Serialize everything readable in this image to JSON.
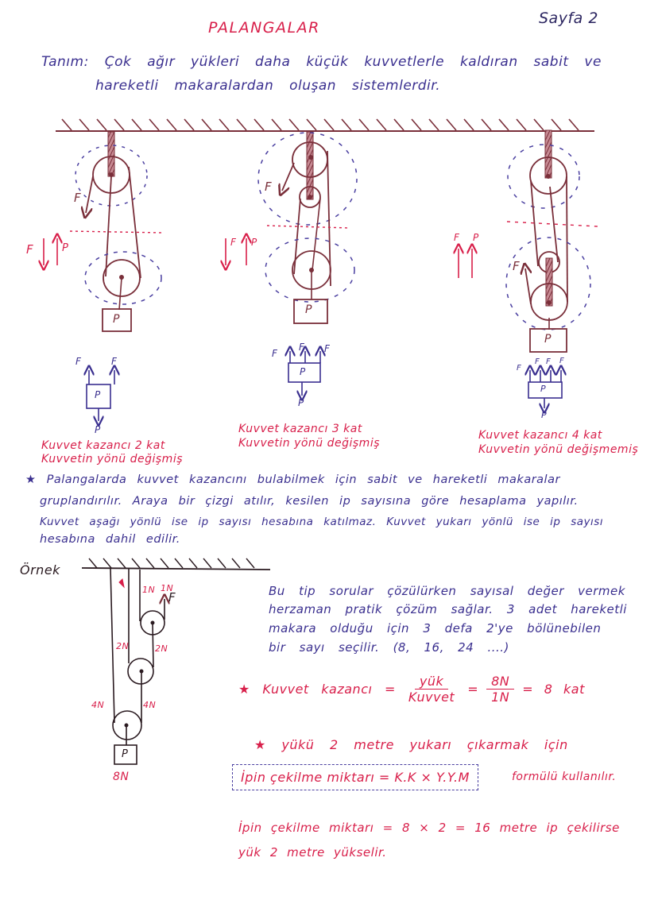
{
  "header": {
    "title": "PALANGALAR",
    "page_label": "Sayfa 2"
  },
  "definition": {
    "line1": "Tanım: Çok ağır yükleri daha küçük kuvvetlerle kaldıran sabit ve",
    "line2": "hareketli makaralardan oluşan sistemlerdir."
  },
  "diagrams": [
    {
      "id": "system-1",
      "force_label": "F",
      "side_labels": [
        "F",
        "P"
      ],
      "load_label": "P",
      "fbd": {
        "up_forces": [
          "F",
          "F"
        ],
        "down_force": "P",
        "box_label": "P"
      },
      "caption_line1": "Kuvvet kazancı 2 kat",
      "caption_line2": "Kuvvetin yönü değişmiş"
    },
    {
      "id": "system-2",
      "force_label": "F",
      "side_labels": [
        "F",
        "P"
      ],
      "load_label": "P",
      "fbd": {
        "up_forces": [
          "F",
          "F",
          "F"
        ],
        "down_force": "P",
        "box_label": "P"
      },
      "caption_line1": "Kuvvet kazancı 3 kat",
      "caption_line2": "Kuvvetin yönü değişmiş"
    },
    {
      "id": "system-3",
      "force_label": "F",
      "side_labels": [
        "F",
        "P"
      ],
      "load_label": "P",
      "fbd": {
        "up_forces": [
          "F",
          "F",
          "F",
          "F"
        ],
        "down_force": "P",
        "box_label": "P"
      },
      "caption_line1": "Kuvvet kazancı 4 kat",
      "caption_line2": "Kuvvetin yönü değişmemiş"
    }
  ],
  "rule_note": {
    "line1": "★ Palangalarda kuvvet kazancını bulabilmek için sabit ve hareketli makaralar",
    "line2": "gruplandırılır. Araya bir çizgi atılır, kesilen ip sayısına göre hesaplama yapılır.",
    "line3": "Kuvvet aşağı yönlü ise ip sayısı hesabına katılmaz. Kuvvet yukarı yönlü ise ip sayısı",
    "line4": "hesabına dahil edilir."
  },
  "example": {
    "label": "Örnek",
    "tension_labels": [
      "1N",
      "1N",
      "2N",
      "2N",
      "4N",
      "4N"
    ],
    "force_label": "F",
    "load_label": "P",
    "load_value": "8N",
    "explanation": [
      "Bu tip sorular çözülürken sayısal değer vermek",
      "herzaman pratik çözüm sağlar. 3 adet hareketli",
      "makara olduğu için 3 defa 2'ye bölünebilen",
      "bir sayı seçilir. (8, 16, 24 ....)"
    ],
    "gain_formula": {
      "prefix": "★ Kuvvet kazancı =",
      "frac1_num": "yük",
      "frac1_den": "Kuvvet",
      "eq": "=",
      "frac2_num": "8N",
      "frac2_den": "1N",
      "result": "= 8 kat"
    },
    "lift_intro": "★ yükü 2 metre yukarı çıkarmak için",
    "boxed_formula": "İpin çekilme miktarı = K.K × Y.Y.M",
    "boxed_suffix": "formülü kullanılır.",
    "result_line1": "İpin çekilme miktarı = 8 × 2 = 16 metre ip çekilirse",
    "result_line2": "yük 2 metre yükselir."
  },
  "colors": {
    "red_ink": "#d81f4a",
    "blue_ink": "#3a2f8f",
    "brown_ink": "#7a2f3a",
    "dash_blue": "#4a3fa0"
  }
}
